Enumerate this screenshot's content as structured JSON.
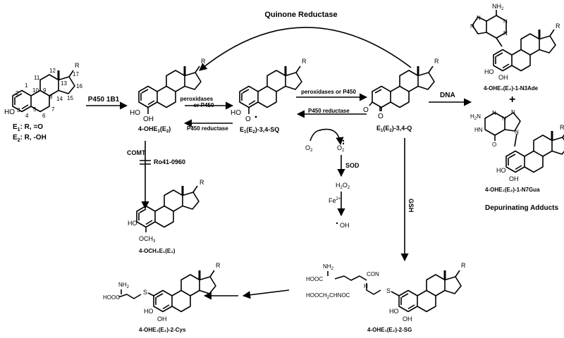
{
  "title_arc": "Quinone Reductase",
  "estrogen": {
    "atom_numbers": [
      "1",
      "2",
      "3",
      "4",
      "5",
      "6",
      "7",
      "8",
      "9",
      "10",
      "11",
      "12",
      "13",
      "14",
      "15",
      "16",
      "17"
    ],
    "ho": "HO",
    "r": "R",
    "e1_label": "E",
    "e1_sub": "1",
    "e1_rest": ": R,  =O",
    "e2_label": "E",
    "e2_sub": "2",
    "e2_rest": ": R, -OH"
  },
  "p450_1b1": "P450 1B1",
  "oh4": {
    "name_pre": "4-OHE",
    "name_sub1": "1",
    "name_mid": "(E",
    "name_sub2": "2",
    "name_post": ")",
    "ho": "HO",
    "oh": "OH",
    "r": "R"
  },
  "peroxidases_p450": [
    "peroxidases",
    "or P450"
  ],
  "p450_reductase": "P450 reductase",
  "sq": {
    "name_pre": "E",
    "name_sub1": "1",
    "name_mid": "(E",
    "name_sub2": "2",
    "name_post": ")-3,4-SQ",
    "ho": "HO",
    "o_rad": "O",
    "r": "R"
  },
  "peroxidases_or_p450": "peroxidases or P450",
  "p450_reductase2": "P450 reductase",
  "q": {
    "name_pre": "E",
    "name_sub1": "1",
    "name_mid": "(E",
    "name_sub2": "2",
    "name_post": ")-3,4-Q",
    "o1": "O",
    "o2": "O",
    "r": "R"
  },
  "dna": "DNA",
  "plus": "+",
  "n3ade": {
    "name": "4-OHE₁(E₂)-1-N3Ade",
    "nh2": "NH",
    "nh2_sub": "2",
    "ho": "HO",
    "oh": "OH",
    "r": "R",
    "n_labels": [
      "N",
      "N",
      "N",
      "N"
    ]
  },
  "n7gua": {
    "name": "4-OHE₁(E₂)-1-N7Gua",
    "h2n": "H",
    "h2n_sub": "2",
    "h2n_n": "N",
    "hn": "HN",
    "o": "O",
    "ho": "HO",
    "oh": "OH",
    "r": "R",
    "n_labels": [
      "N",
      "N",
      "N",
      "N"
    ]
  },
  "depurinating": "Depurinating  Adducts",
  "o2": "O",
  "o2_sub": "2",
  "superoxide": "O",
  "superoxide_sub": "2",
  "sod": "SOD",
  "h2o2": {
    "h": "H",
    "s1": "2",
    "o": "O",
    "s2": "2"
  },
  "fe2": {
    "fe": "Fe",
    "sup": "2+"
  },
  "oh_rad": "OH",
  "comt": "COMT",
  "ro41": "Ro41-0960",
  "och3": {
    "name": "4-OCH₃E₁(E₂)",
    "ho": "HO",
    "och3": "OCH",
    "och3_sub": "3",
    "r": "R"
  },
  "gsh": "GSH",
  "sg": {
    "name": "4-OHE₁(E₂)-2-SG",
    "nh2": "NH",
    "nh2_sub": "2",
    "hooc1": "HOOC",
    "con": "CON",
    "h_label": "H",
    "hooc2": "HOOCH",
    "hooc2_sub": "2",
    "hooc2_rest": "CHNOC",
    "s": "S",
    "ho": "HO",
    "oh": "OH",
    "r": "R"
  },
  "cys": {
    "name": "4-OHE₁(E₂)-2-Cys",
    "nh2": "NH",
    "nh2_sub": "2",
    "hooc": "HOOC",
    "s": "S",
    "ho": "HO",
    "oh": "OH",
    "r": "R"
  }
}
